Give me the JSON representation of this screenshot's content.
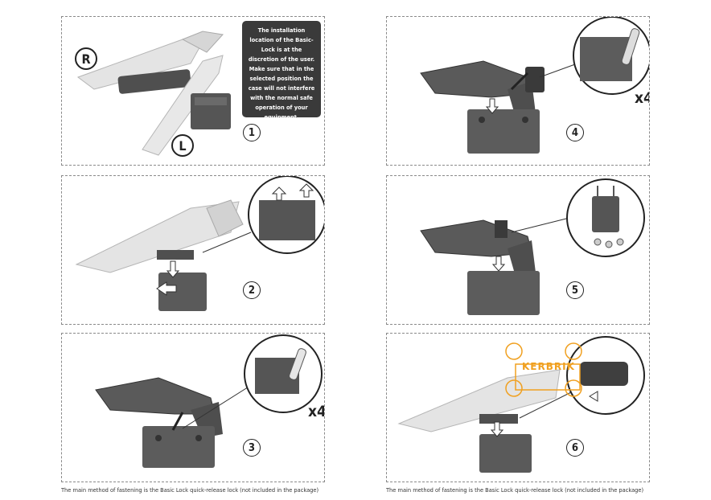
{
  "steps": [
    {
      "number": "1"
    },
    {
      "number": "2"
    },
    {
      "number": "3"
    },
    {
      "number": "4"
    },
    {
      "number": "5"
    },
    {
      "number": "6"
    }
  ],
  "side_labels": {
    "right": "R",
    "left": "L"
  },
  "note_text": "The installation location of the Basic-Lock is at the discretion of the user. Make sure that in the selected position the case will not interfere with the normal safe operation of your equipment.",
  "multipliers": {
    "step3": "x4",
    "step4": "x4"
  },
  "watermark": "KERBRIK",
  "captions": {
    "left": "The main method of fastening is the Basic Lock quick-release lock (not included in the package)",
    "right": "The main method of fastening is the Basic Lock quick-release lock (not included in the package)"
  },
  "colors": {
    "note_bg": "#3a3a3a",
    "part_dark": "#555555",
    "part_light": "#e2e2e2",
    "watermark": "#f0a020"
  }
}
